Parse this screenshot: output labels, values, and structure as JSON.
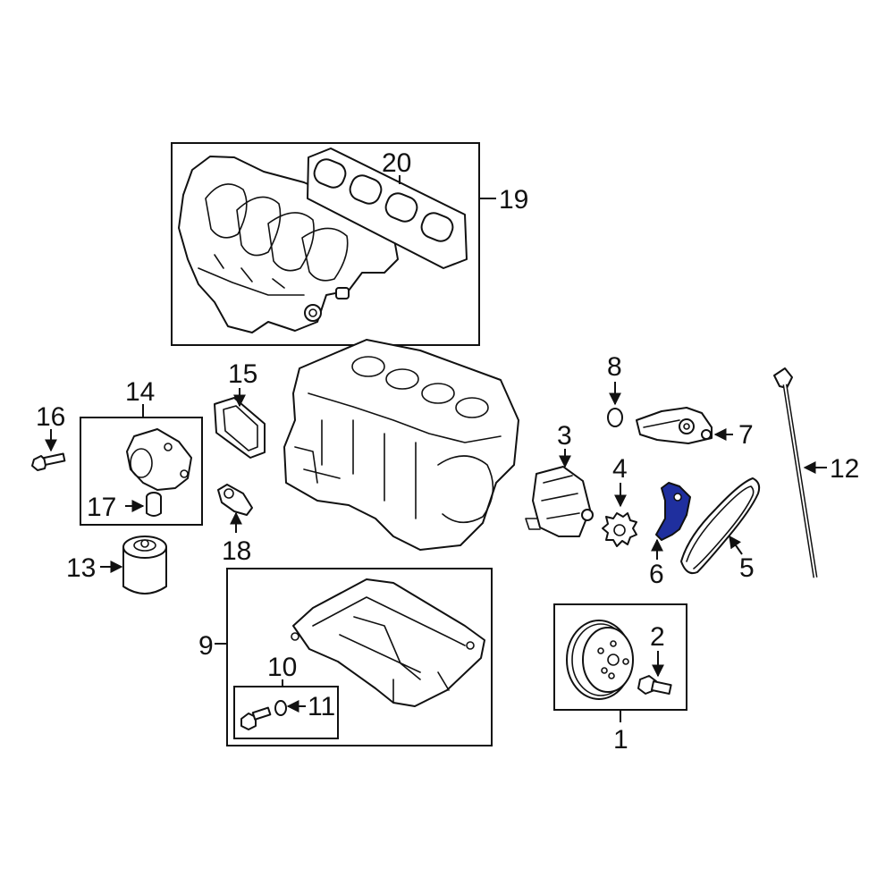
{
  "colors": {
    "highlight": "#1f2f9e",
    "line": "#111111",
    "background": "#ffffff"
  },
  "callouts": {
    "c1": "1",
    "c2": "2",
    "c3": "3",
    "c4": "4",
    "c5": "5",
    "c6": "6",
    "c7": "7",
    "c8": "8",
    "c9": "9",
    "c10": "10",
    "c11": "11",
    "c12": "12",
    "c13": "13",
    "c14": "14",
    "c15": "15",
    "c16": "16",
    "c17": "17",
    "c18": "18",
    "c19": "19",
    "c20": "20"
  }
}
